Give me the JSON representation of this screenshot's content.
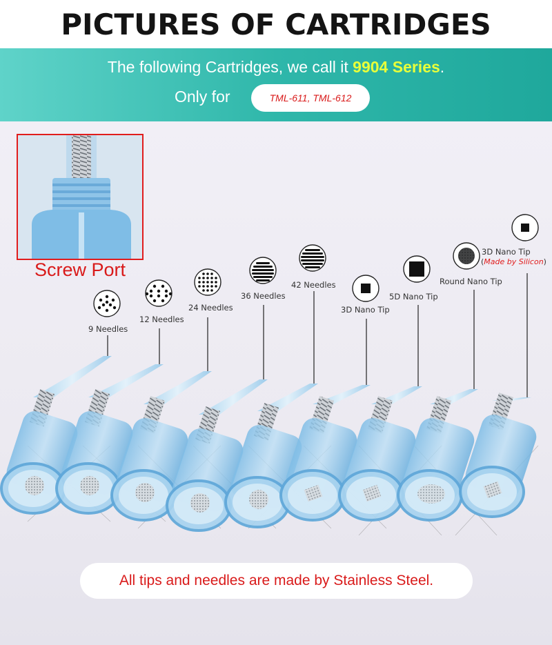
{
  "header": {
    "title": "PICTURES OF CARTRIDGES"
  },
  "banner": {
    "line1_prefix": "The following Cartridges, we call it ",
    "series_name": "9904 Series",
    "line1_suffix": ".",
    "only_for": "Only for",
    "models": "TML-611, TML-612"
  },
  "screw_port": {
    "label": "Screw Port"
  },
  "cartridges": [
    {
      "label": "9 Needles",
      "icon": "9-needle-icon"
    },
    {
      "label": "12 Needles",
      "icon": "12-needle-icon"
    },
    {
      "label": "24 Needles",
      "icon": "24-needle-icon"
    },
    {
      "label": "36 Needles",
      "icon": "36-needle-icon"
    },
    {
      "label": "42 Needles",
      "icon": "42-needle-icon"
    },
    {
      "label": "3D Nano Tip",
      "icon": "3d-nano-tip-icon"
    },
    {
      "label": "5D Nano Tip",
      "icon": "5d-nano-tip-icon"
    },
    {
      "label": "Round Nano Tip",
      "icon": "round-nano-tip-icon"
    },
    {
      "label": "3D Nano Tip",
      "icon": "3d-nano-tip-silicon-icon",
      "note_open": "(",
      "note": "Made by Silicon",
      "note_close": ")"
    }
  ],
  "footer": {
    "note": "All tips and needles are made by Stainless Steel."
  },
  "colors": {
    "banner_start": "#5fd3c9",
    "banner_end": "#1fa89c",
    "series_highlight": "#e8ff3a",
    "accent_red": "#d91a1a",
    "cartridge_blue": "#8fc8ec"
  }
}
